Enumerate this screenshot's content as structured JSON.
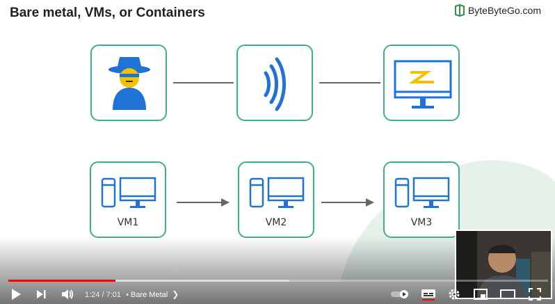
{
  "slide": {
    "title": "Bare metal, VMs, or Containers",
    "brand": "ByteByteGo.com",
    "vms": [
      {
        "label": "VM1"
      },
      {
        "label": "VM2"
      },
      {
        "label": "VM3"
      }
    ]
  },
  "player": {
    "time_current": "1:24",
    "time_separator": " / ",
    "time_total": "7:01",
    "chapter": "Bare Metal",
    "chapter_prefix": "•",
    "progress_played": 0.199,
    "progress_loaded": 0.52
  },
  "colors": {
    "tile_border": "#3fae8c",
    "icon_blue": "#1f73d6",
    "hacker_yellow": "#f2c200",
    "progress_red": "#ff0000"
  },
  "icons": [
    "hacker-icon",
    "signal-waves-icon",
    "monitor-icon",
    "server-icon",
    "play-icon",
    "next-icon",
    "volume-icon",
    "autoplay-toggle-icon",
    "subtitles-icon",
    "settings-icon",
    "miniplayer-icon",
    "theater-icon",
    "fullscreen-icon",
    "logo-icon"
  ]
}
